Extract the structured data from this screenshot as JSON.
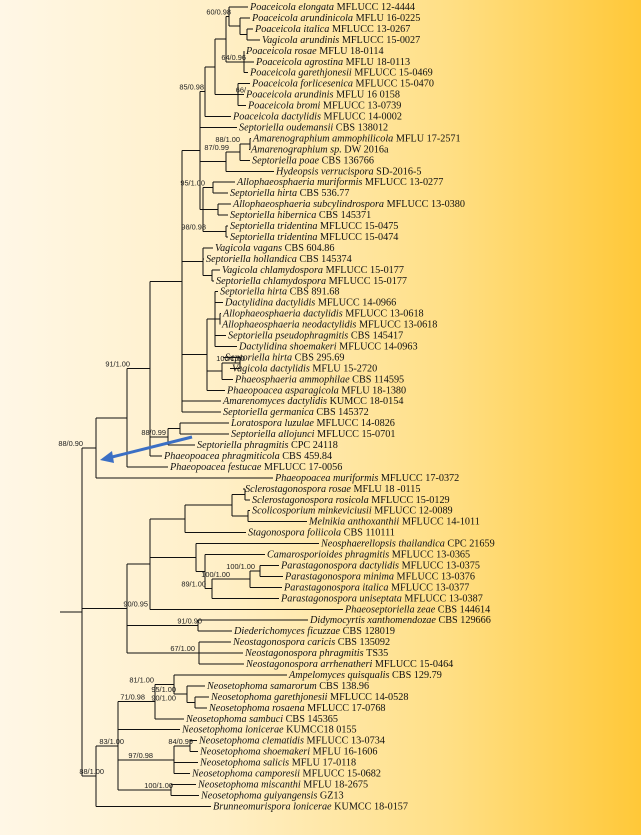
{
  "figure": {
    "taxa": [
      {
        "genus": "Poaceicola",
        "epithet": "elongata",
        "voucher": "MFLUCC 12-4444"
      },
      {
        "genus": "Poaceicola",
        "epithet": "arundinicola",
        "voucher": "MFLU 16-0225"
      },
      {
        "genus": "Poaceicola",
        "epithet": "italica",
        "voucher": "MFLUCC 13-0267"
      },
      {
        "genus": "Vagicola",
        "epithet": "arundinis",
        "voucher": "MFLUCC 15-0027"
      },
      {
        "genus": "Poaceicola",
        "epithet": "rosae",
        "voucher": "MFLU 18-0114"
      },
      {
        "genus": "Poaceicola",
        "epithet": "agrostina",
        "voucher": "MFLU 18-0113"
      },
      {
        "genus": "Poaceicola",
        "epithet": "garethjonesii",
        "voucher": "MFLUCC 15-0469"
      },
      {
        "genus": "Poaceicola",
        "epithet": "forlicesenica",
        "voucher": "MFLUCC 15-0470"
      },
      {
        "genus": "Poaceicola",
        "epithet": "arundinis",
        "voucher": "MFLU 16 0158"
      },
      {
        "genus": "Poaceicola",
        "epithet": "bromi",
        "voucher": "MFLUCC 13-0739"
      },
      {
        "genus": "Poaceicola",
        "epithet": "dactylidis",
        "voucher": "MFLUCC 14-0002"
      },
      {
        "genus": "Septoriella",
        "epithet": "oudemansii",
        "voucher": "CBS 138012"
      },
      {
        "genus": "Amarenographium",
        "epithet": "ammophilicola",
        "voucher": "MFLU 17-2571"
      },
      {
        "genus": "Amarenographium",
        "epithet": "sp.",
        "voucher": "DW 2016a"
      },
      {
        "genus": "Septoriella",
        "epithet": "poae",
        "voucher": "CBS 136766"
      },
      {
        "genus": "Hydeopsis",
        "epithet": "verrucispora",
        "voucher": "SD-2016-5"
      },
      {
        "genus": "Allophaeosphaeria",
        "epithet": "muriformis",
        "voucher": "MFLUCC 13-0277"
      },
      {
        "genus": "Septoriella",
        "epithet": "hirta",
        "voucher": "CBS 536.77"
      },
      {
        "genus": "Allophaeosphaeria",
        "epithet": "subcylindrospora",
        "voucher": "MFLUCC 13-0380"
      },
      {
        "genus": "Septoriella",
        "epithet": "hibernica",
        "voucher": "CBS 145371"
      },
      {
        "genus": "Septoriella",
        "epithet": "tridentina",
        "voucher": "MFLUCC 15-0475"
      },
      {
        "genus": "Septoriella",
        "epithet": "tridentina",
        "voucher": "MFLUCC 15-0474"
      },
      {
        "genus": "Vagicola",
        "epithet": "vagans",
        "voucher": "CBS 604.86"
      },
      {
        "genus": "Septoriella",
        "epithet": "hollandica",
        "voucher": "CBS 145374"
      },
      {
        "genus": "Vagicola",
        "epithet": "chlamydospora",
        "voucher": "MFLUCC 15-0177"
      },
      {
        "genus": "Septoriella",
        "epithet": "chlamydospora",
        "voucher": "MFLUCC 15-0177"
      },
      {
        "genus": "Septoriella",
        "epithet": "hirta",
        "voucher": "CBS 891.68"
      },
      {
        "genus": "Dactylidina",
        "epithet": "dactylidis",
        "voucher": "MFLUCC 14-0966"
      },
      {
        "genus": "Allophaeosphaeria",
        "epithet": "dactylidis",
        "voucher": "MFLUCC 13-0618"
      },
      {
        "genus": "Allophaeosphaeria",
        "epithet": "neodactylidis",
        "voucher": "MFLUCC 13-0618"
      },
      {
        "genus": "Septoriella",
        "epithet": "pseudophragmitis",
        "voucher": "CBS 145417"
      },
      {
        "genus": "Dactylidina",
        "epithet": "shoemakeri",
        "voucher": "MFLUCC 14-0963"
      },
      {
        "genus": "Septoriella",
        "epithet": "hirta",
        "voucher": "CBS 295.69"
      },
      {
        "genus": "Vagicola",
        "epithet": "dactylidis",
        "voucher": "MFLU 15-2720"
      },
      {
        "genus": "Phaeosphaeria",
        "epithet": "ammophilae",
        "voucher": "CBS 114595"
      },
      {
        "genus": "Phaeopoacea",
        "epithet": "asparagicola",
        "voucher": "MFLU 18-1380"
      },
      {
        "genus": "Amarenomyces",
        "epithet": "dactylidis",
        "voucher": "KUMCC 18-0154"
      },
      {
        "genus": "Septoriella",
        "epithet": "germanica",
        "voucher": "CBS 145372"
      },
      {
        "genus": "Loratospora",
        "epithet": "luzulae",
        "voucher": "MFLUCC 14-0826"
      },
      {
        "genus": "Septoriella",
        "epithet": "allojunci",
        "voucher": "MFLUCC 15-0701"
      },
      {
        "genus": "Septoriella",
        "epithet": "phragmitis",
        "voucher": "CPC 24118"
      },
      {
        "genus": "Phaeopoacea",
        "epithet": "phragmiticola",
        "voucher": "CBS 459.84"
      },
      {
        "genus": "Phaeopoacea",
        "epithet": "festucae",
        "voucher": "MFLUCC 17-0056"
      },
      {
        "genus": "Phaeopoacea",
        "epithet": "muriformis",
        "voucher": "MFLUCC 17-0372"
      },
      {
        "genus": "Sclerostagonospora",
        "epithet": "rosae",
        "voucher": "MFLU 18 -0115"
      },
      {
        "genus": "Sclerostagonospora",
        "epithet": "rosicola",
        "voucher": "MFLUCC 15-0129"
      },
      {
        "genus": "Scolicosporium",
        "epithet": "minkeviciusii",
        "voucher": "MFLUCC 12-0089"
      },
      {
        "genus": "Melnikia",
        "epithet": "anthoxanthii",
        "voucher": "MFLUCC 14-1011"
      },
      {
        "genus": "Stagonospora",
        "epithet": "foliicola",
        "voucher": "CBS 110111"
      },
      {
        "genus": "Neosphaerellopsis",
        "epithet": "thailandica",
        "voucher": "CPC 21659"
      },
      {
        "genus": "Camarosporioides",
        "epithet": "phragmitis",
        "voucher": "MFLUCC 13-0365"
      },
      {
        "genus": "Parastagonospora",
        "epithet": "dactylidis",
        "voucher": "MFLUCC 13-0375"
      },
      {
        "genus": "Parastagonospora",
        "epithet": "minima",
        "voucher": "MFLUCC 13-0376"
      },
      {
        "genus": "Parastagonospora",
        "epithet": "italica",
        "voucher": "MFLUCC 13-0377"
      },
      {
        "genus": "Parastagonospora",
        "epithet": "uniseptata",
        "voucher": "MFLUCC 13-0387"
      },
      {
        "genus": "Phaeoseptoriella",
        "epithet": "zeae",
        "voucher": "CBS 144614"
      },
      {
        "genus": "Didymocyrtis",
        "epithet": "xanthomendozae",
        "voucher": "CBS 129666"
      },
      {
        "genus": "Diederichomyces",
        "epithet": "ficuzzae",
        "voucher": "CBS 128019"
      },
      {
        "genus": "Neostagonospora",
        "epithet": "caricis",
        "voucher": "CBS 135092"
      },
      {
        "genus": "Neostagonospora",
        "epithet": "phragmitis",
        "voucher": "TS35"
      },
      {
        "genus": "Neostagonospora",
        "epithet": "arrhenatheri",
        "voucher": "MFLUCC 15-0464"
      },
      {
        "genus": "Ampelomyces",
        "epithet": "quisqualis",
        "voucher": "CBS 129.79"
      },
      {
        "genus": "Neosetophoma",
        "epithet": "samarorum",
        "voucher": "CBS 138.96"
      },
      {
        "genus": "Neosetophoma",
        "epithet": "garethjonesii",
        "voucher": "MFLUCC 14-0528"
      },
      {
        "genus": "Neosetophoma",
        "epithet": "rosaena",
        "voucher": "MFLUCC 17-0768"
      },
      {
        "genus": "Neosetophoma",
        "epithet": "sambuci",
        "voucher": "CBS 145365"
      },
      {
        "genus": "Neosetophoma",
        "epithet": "lonicerae",
        "voucher": "KUMCC18 0155"
      },
      {
        "genus": "Neosetophoma",
        "epithet": "clematidis",
        "voucher": "MFLUCC 13-0734"
      },
      {
        "genus": "Neosetophoma",
        "epithet": "shoemakeri",
        "voucher": "MFLU 16-1606"
      },
      {
        "genus": "Neosetophoma",
        "epithet": "salicis",
        "voucher": "MFLU 17-0118"
      },
      {
        "genus": "Neosetophoma",
        "epithet": "camporesii",
        "voucher": "MFLUCC 15-0682"
      },
      {
        "genus": "Neosetophoma",
        "epithet": "miscanthi",
        "voucher": "MFLU 18-2675"
      },
      {
        "genus": "Neosetophoma",
        "epithet": "guiyangensis",
        "voucher": "GZ13"
      },
      {
        "genus": "Brunneomurispora",
        "epithet": "lonicerae",
        "voucher": "KUMCC 18-0157"
      }
    ],
    "support_values": [
      "60/0.98",
      "64/0.96",
      "66/",
      "85/0.98",
      "88/1.00",
      "87/0.99",
      "95/1.00",
      "98/0.98",
      "100/1.00",
      "88/0.99",
      "91/1.00",
      "88/0.90",
      "100/1.00",
      "100/1.00",
      "89/1.00",
      "91/0.90",
      "90/0.95",
      "67/1.00",
      "67/1.00",
      "95/1.00",
      "90/1.00",
      "81/1.00",
      "71/0.98",
      "83/1.00",
      "84/0.99",
      "97/0.98",
      "100/1.00",
      "88/1.00"
    ],
    "accent": {
      "arrow": "#3b6fc4",
      "line": "#111111",
      "background_from": "#fff7e6",
      "background_to": "#ffc838"
    }
  }
}
